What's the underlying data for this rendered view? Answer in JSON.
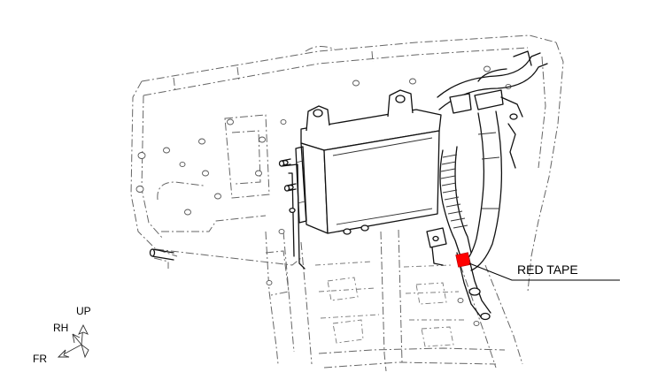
{
  "callout": {
    "label": "RED TAPE",
    "marker_color": "#ff0000"
  },
  "orientation": {
    "up": "UP",
    "rh": "RH",
    "fr": "FR"
  },
  "icons": [
    "ecu-box-illustration",
    "corrugated-harness-illustration",
    "body-panel-illustration",
    "orientation-arrows-icon"
  ]
}
